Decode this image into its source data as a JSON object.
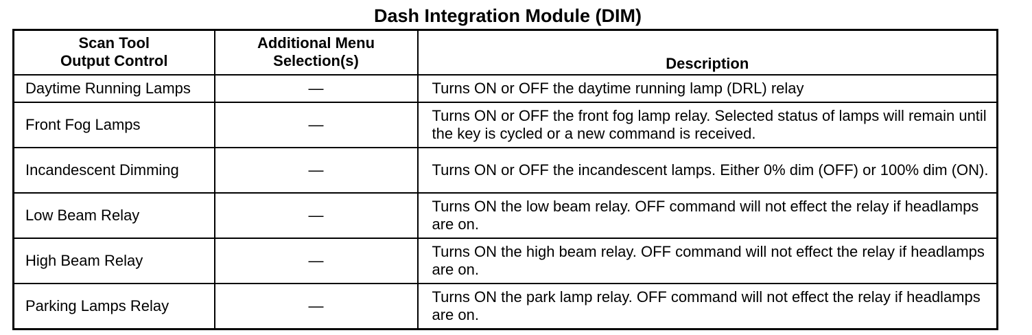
{
  "title": "Dash Integration Module (DIM)",
  "headers": {
    "col1_line1": "Scan Tool",
    "col1_line2": "Output Control",
    "col2_line1": "Additional Menu",
    "col2_line2": "Selection(s)",
    "col3": "Description"
  },
  "rows": [
    {
      "control": "Daytime Running Lamps",
      "menu": "—",
      "description": "Turns ON or OFF the daytime running lamp (DRL) relay"
    },
    {
      "control": "Front Fog Lamps",
      "menu": "—",
      "description": "Turns ON or OFF the front fog lamp relay. Selected status of lamps will remain until the key is cycled or a new command is received."
    },
    {
      "control": "Incandescent Dimming",
      "menu": "—",
      "description": "Turns ON or OFF the incandescent lamps. Either 0% dim (OFF) or 100% dim (ON)."
    },
    {
      "control": "Low Beam Relay",
      "menu": "—",
      "description": "Turns ON the low beam relay. OFF command will not effect the relay if headlamps are on."
    },
    {
      "control": "High Beam Relay",
      "menu": "—",
      "description": "Turns ON the high beam relay. OFF command will not effect the relay if headlamps are on."
    },
    {
      "control": "Parking Lamps Relay",
      "menu": "—",
      "description": "Turns ON the park lamp relay. OFF command will not effect the relay if headlamps are on."
    }
  ]
}
